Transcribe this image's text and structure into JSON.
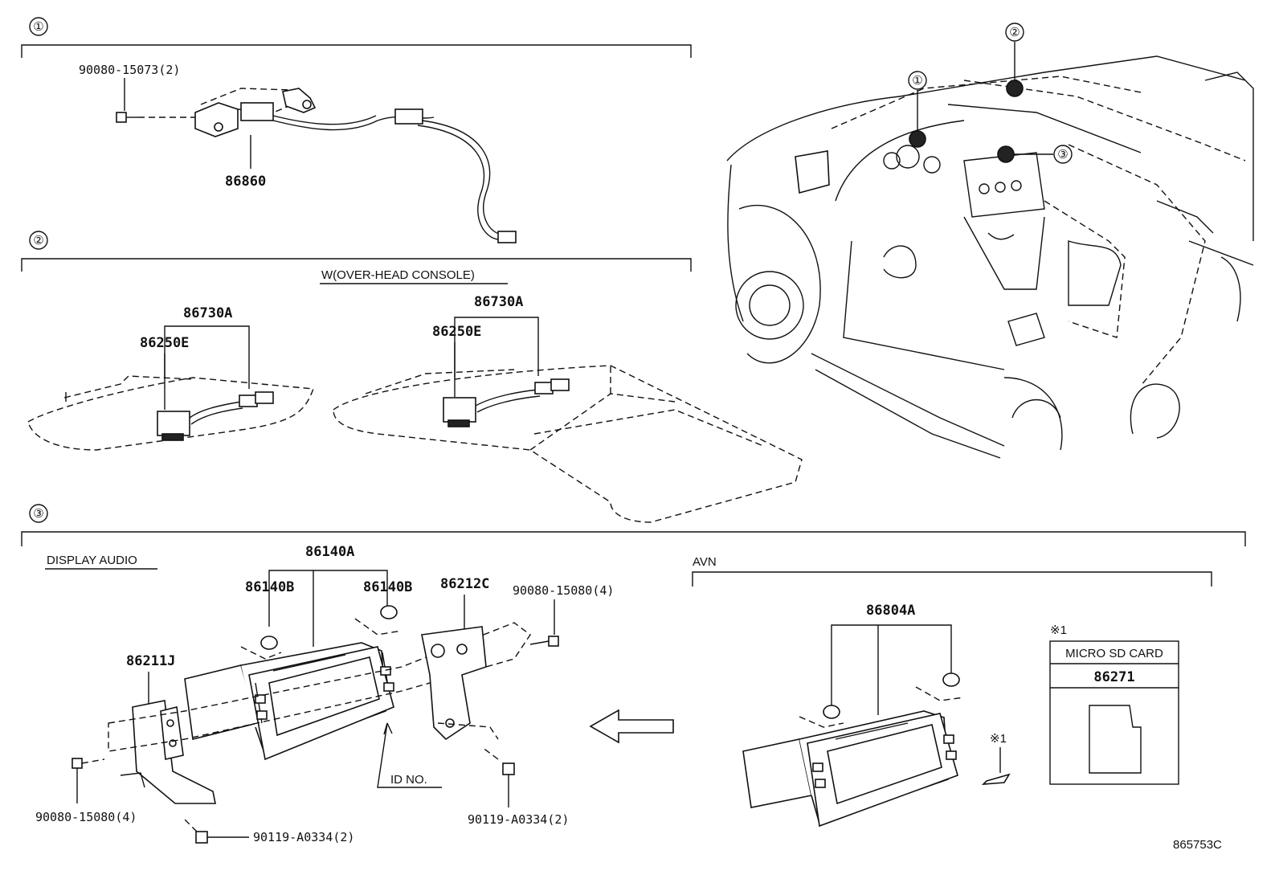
{
  "callouts": [
    "①",
    "②",
    "③"
  ],
  "section1": {
    "bolt": "90080-15073(2)",
    "part": "86860"
  },
  "section2": {
    "note": "W(OVER-HEAD CONSOLE)",
    "left": {
      "group": "86730A",
      "part": "86250E"
    },
    "right": {
      "group": "86730A",
      "part": "86250E"
    }
  },
  "section3": {
    "display_audio_title": "DISPLAY AUDIO",
    "assy": "86140A",
    "clip_left": "86140B",
    "clip_right": "86140B",
    "bracket_right": "86212C",
    "bracket_left": "86211J",
    "bolt_top_right": "90080-15080(4)",
    "bolt_bottom_left": "90080-15080(4)",
    "screw_bottom_left": "90119-A0334(2)",
    "screw_bottom_right": "90119-A0334(2)",
    "id_no": "ID NO.",
    "avn_title": "AVN",
    "avn_assy": "86804A",
    "note_mark": "※1",
    "sd_box": {
      "mark": "※1",
      "title": "MICRO SD CARD",
      "part": "86271"
    }
  },
  "vehicle": {
    "callouts": [
      "①",
      "②",
      "③"
    ]
  },
  "figure_id": "865753C"
}
